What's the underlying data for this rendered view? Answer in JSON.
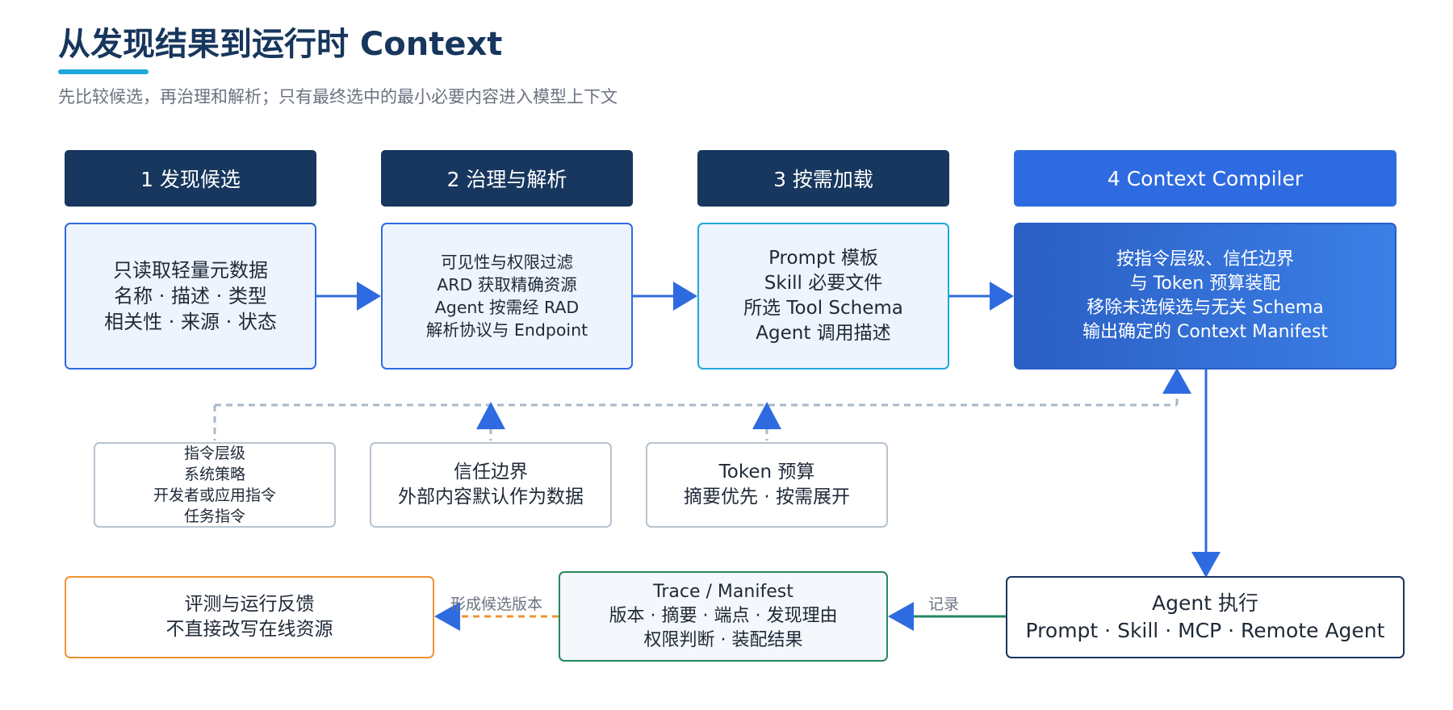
{
  "header": {
    "title": "从发现结果到运行时 Context",
    "subtitle": "先比较候选，再治理和解析；只有最终选中的最小必要内容进入模型上下文"
  },
  "stages": [
    {
      "header": "1 发现候选",
      "lines": [
        "只读取轻量元数据",
        "名称 · 描述 · 类型",
        "相关性 · 来源 · 状态"
      ]
    },
    {
      "header": "2 治理与解析",
      "lines": [
        "可见性与权限过滤",
        "ARD 获取精确资源",
        "Agent 按需经 RAD",
        "解析协议与 Endpoint"
      ]
    },
    {
      "header": "3 按需加载",
      "lines": [
        "Prompt 模板",
        "Skill 必要文件",
        "所选 Tool Schema",
        "Agent 调用描述"
      ]
    },
    {
      "header": "4 Context Compiler",
      "lines": [
        "按指令层级、信任边界",
        "与 Token 预算装配",
        "移除未选候选与无关 Schema",
        "输出确定的 Context Manifest"
      ]
    }
  ],
  "constraints": [
    {
      "lines": [
        "指令层级",
        "系统策略",
        "开发者或应用指令",
        "任务指令"
      ]
    },
    {
      "lines": [
        "信任边界",
        "外部内容默认作为数据"
      ]
    },
    {
      "lines": [
        "Token 预算",
        "摘要优先 · 按需展开"
      ]
    }
  ],
  "bottom": {
    "feedback": {
      "lines": [
        "评测与运行反馈",
        "不直接改写在线资源"
      ]
    },
    "trace": {
      "lines": [
        "Trace / Manifest",
        "版本 · 摘要 · 端点 · 发现理由",
        "权限判断 · 装配结果"
      ]
    },
    "agent": {
      "lines": [
        "Agent 执行",
        "Prompt · Skill · MCP · Remote Agent"
      ]
    }
  },
  "edge_labels": {
    "record": "记录",
    "candidate_version": "形成候选版本"
  },
  "colors": {
    "title": "#17365d",
    "accent_cyan": "#1fa7dc",
    "header_dark": "#17375e",
    "primary_blue": "#2f6be0",
    "box_fill": "#edf4fd",
    "constraint_border": "#b7c3cf",
    "dashed_line": "#a9b8c8",
    "feedback_orange": "#ee9433",
    "trace_green": "#25875e",
    "agent_navy": "#17365d"
  }
}
